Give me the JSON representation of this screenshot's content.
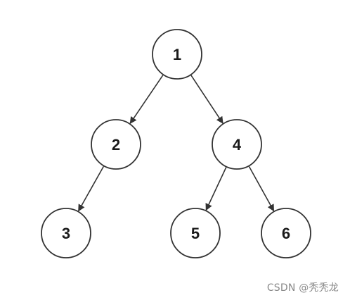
{
  "tree": {
    "nodes": [
      {
        "id": "n1",
        "label": "1"
      },
      {
        "id": "n2",
        "label": "2"
      },
      {
        "id": "n4",
        "label": "4"
      },
      {
        "id": "n3",
        "label": "3"
      },
      {
        "id": "n5",
        "label": "5"
      },
      {
        "id": "n6",
        "label": "6"
      }
    ],
    "edges": [
      {
        "from": "n1",
        "to": "n2"
      },
      {
        "from": "n1",
        "to": "n4"
      },
      {
        "from": "n2",
        "to": "n3"
      },
      {
        "from": "n4",
        "to": "n5"
      },
      {
        "from": "n4",
        "to": "n6"
      }
    ]
  },
  "colors": {
    "stroke": "#333333",
    "background": "#ffffff",
    "watermark": "#8a8a8a"
  },
  "watermark": {
    "text": "CSDN @秃秃龙"
  }
}
